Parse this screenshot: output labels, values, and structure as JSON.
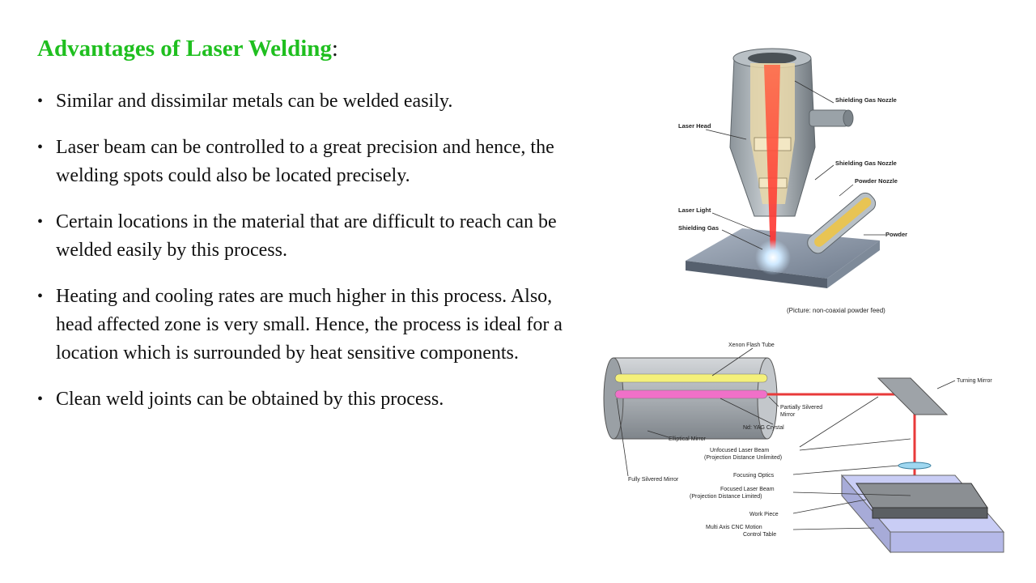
{
  "title": {
    "main": "Advantages of Laser Welding",
    "colon": ":"
  },
  "bullets": [
    "Similar and dissimilar metals can be welded easily.",
    "Laser beam can be controlled to a great precision and hence, the welding spots could also be located precisely.",
    "Certain locations in the material that are difficult to reach can be welded easily by this process.",
    "Heating and cooling rates are much higher in this process. Also, head affected zone is very small. Hence, the process is ideal for a location which is surrounded by heat sensitive components.",
    "Clean weld joints can be obtained by this process."
  ],
  "bullet_symbol": "•",
  "figure1": {
    "labels": {
      "laser_head": "Laser Head",
      "shielding_gas_nozzle_1": "Shielding Gas Nozzle",
      "shielding_gas_nozzle_2": "Shielding Gas Nozzle",
      "powder_nozzle": "Powder Nozzle",
      "laser_light": "Laser Light",
      "shielding_gas": "Shielding Gas",
      "powder": "Powder",
      "caption": "(Picture: non-coaxial powder feed)"
    }
  },
  "figure2": {
    "labels": {
      "xenon_flash_tube": "Xenon Flash Tube",
      "turning_mirror": "Turning Mirror",
      "partially_silvered_1": "Partially Silvered",
      "partially_silvered_2": "Mirror",
      "nd_yag": "Nd: YAG Crystal",
      "elliptical_mirror": "Elliptical Mirror",
      "unfocused_1": "Unfocused Laser Beam",
      "unfocused_2": "(Projection Distance Unlimited)",
      "focusing_optics": "Focusing Optics",
      "fully_silvered": "Fully Silvered Mirror",
      "focused_1": "Focused Laser Beam",
      "focused_2": "(Projection Distance Limited)",
      "work_piece": "Work Piece",
      "cnc_1": "Multi Axis CNC Motion",
      "cnc_2": "Control Table"
    }
  },
  "colors": {
    "title_green": "#1fbf1f",
    "text": "#111111",
    "laser_red": "#e83a3a",
    "rod_yellow": "#f4f07a",
    "rod_pink": "#f070c8"
  }
}
